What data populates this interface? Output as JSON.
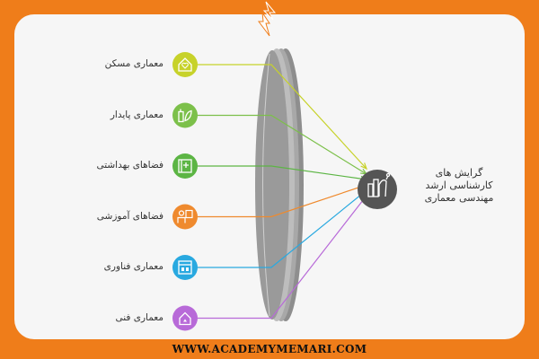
{
  "diagram": {
    "center_title": "گرایش های\nکارشناسی ارشد\nمهندسی معماری",
    "center_icon": "architecture-drawing-icon",
    "categories": [
      {
        "label": "معماری مسکن",
        "icon": "house-heart-icon",
        "color": "#c7d22a"
      },
      {
        "label": "معماری پایدار",
        "icon": "eco-building-leaf-icon",
        "color": "#7cc04a"
      },
      {
        "label": "فضاهای بهداشتی",
        "icon": "clinic-plus-icon",
        "color": "#5cb544"
      },
      {
        "label": "فضاهای آموزشی",
        "icon": "teacher-board-icon",
        "color": "#ef8a2e"
      },
      {
        "label": "معماری فناوری",
        "icon": "tech-building-icon",
        "color": "#29a9e0"
      },
      {
        "label": "معماری فنی",
        "icon": "technical-house-icon",
        "color": "#b86ad8"
      }
    ]
  },
  "footer": {
    "website": "WWW.ACADEMYMEMARI.COM"
  },
  "colors": {
    "frame": "#ef7d1a",
    "card": "#f6f6f6",
    "lens": "#999999",
    "hub": "#555555"
  }
}
